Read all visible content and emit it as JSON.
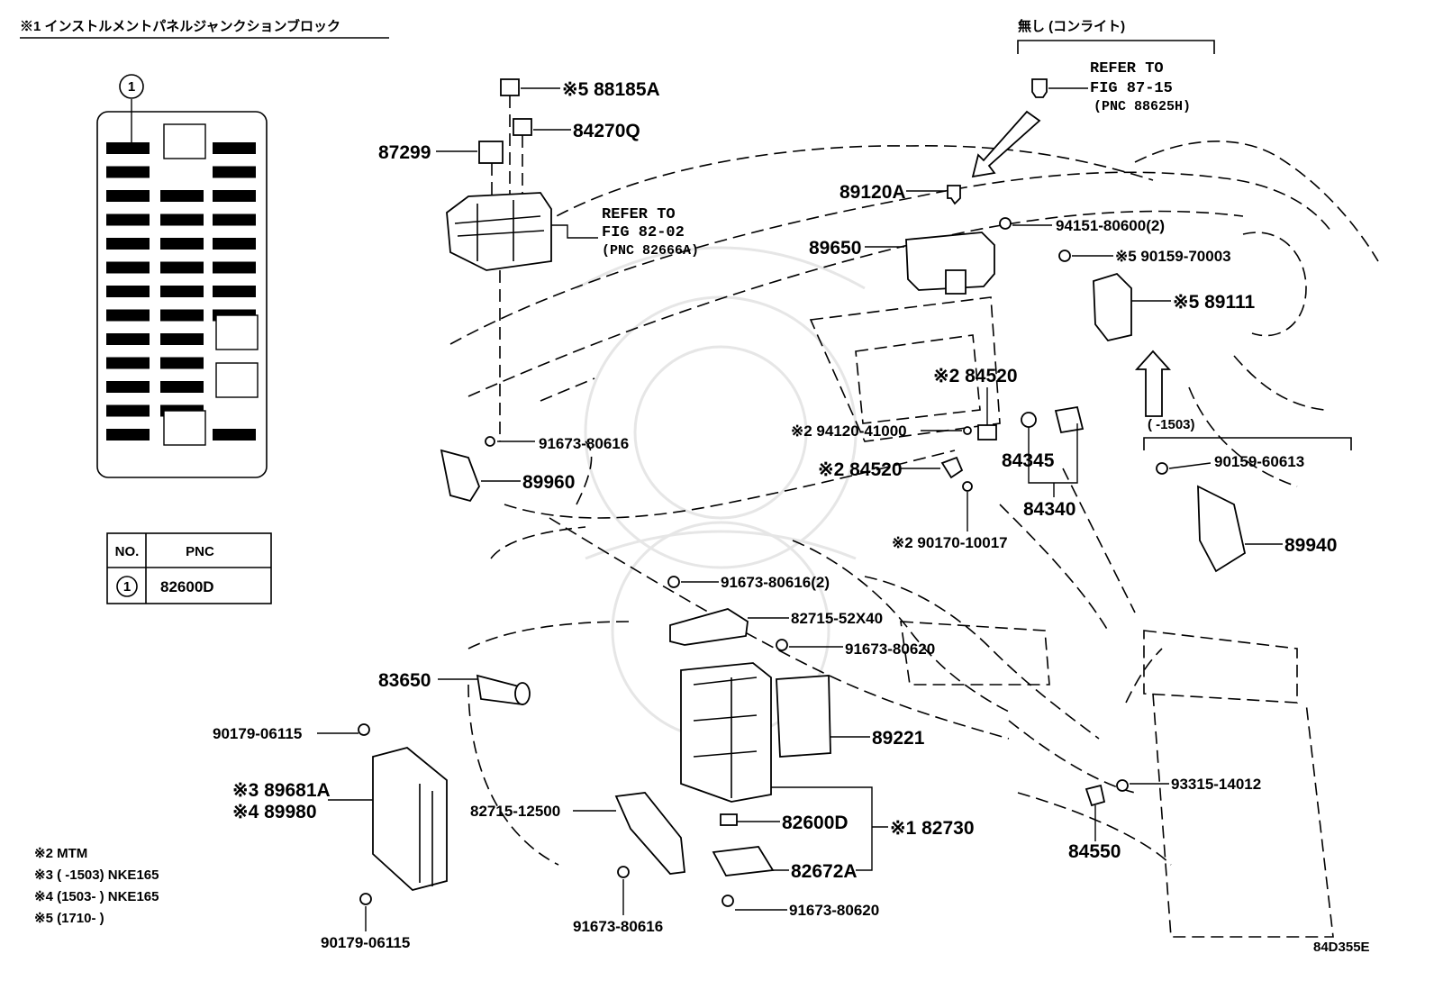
{
  "header": {
    "title": "※1 インストルメントパネルジャンクションブロック",
    "bracket_note": "無し (コンライト)"
  },
  "refer_notes": [
    {
      "line1": "REFER TO",
      "line2": "FIG 87-15",
      "line3": "(PNC 88625H)"
    },
    {
      "line1": "REFER TO",
      "line2": "FIG 82-02",
      "line3": "(PNC 82666A)"
    }
  ],
  "junction_block": {
    "callout": "1",
    "grid": [
      [
        "dark",
        "light",
        "dark"
      ],
      [
        "dark",
        "none",
        "dark"
      ],
      [
        "dark",
        "dark",
        "dark"
      ],
      [
        "dark",
        "dark",
        "dark"
      ],
      [
        "dark",
        "dark",
        "dark"
      ],
      [
        "dark",
        "dark",
        "dark"
      ],
      [
        "dark",
        "dark",
        "dark"
      ],
      [
        "dark",
        "dark",
        "dark"
      ],
      [
        "dark",
        "dark",
        "light"
      ],
      [
        "dark",
        "dark",
        "none"
      ],
      [
        "dark",
        "dark",
        "light"
      ],
      [
        "dark",
        "dark",
        "none"
      ],
      [
        "dark",
        "light",
        "dark"
      ]
    ]
  },
  "pnc_table": {
    "col_no": "NO.",
    "col_pnc": "PNC",
    "row_no": "1",
    "row_pnc": "82600D"
  },
  "labels": {
    "p88185A": "※5 88185A",
    "p84270Q": "84270Q",
    "p87299": "87299",
    "p89120A": "89120A",
    "p94151": "94151-80600(2)",
    "p89650": "89650",
    "p90159_70003": "※5 90159-70003",
    "p89111": "※5 89111",
    "p84520_top": "※2 84520",
    "p94120": "※2 94120-41000",
    "p84520_mid": "※2 84520",
    "p84345": "84345",
    "p84340": "84340",
    "p90170": "※2 90170-10017",
    "p91673_80616_a": "91673-80616",
    "p89960": "89960",
    "p1503_note": "(      -1503)",
    "p90159_60613": "90159-60613",
    "p89940": "89940",
    "p91673_80616_2": "91673-80616(2)",
    "p82715_52X40": "82715-52X40",
    "p91673_80620_a": "91673-80620",
    "p83650": "83650",
    "p90179_top": "90179-06115",
    "p89221": "89221",
    "p89681A": "※3 89681A",
    "p89980": "※4 89980",
    "p82715_12500": "82715-12500",
    "p82600D": "82600D",
    "p82730": "※1 82730",
    "p82672A": "82672A",
    "p93315": "93315-14012",
    "p84550": "84550",
    "p91673_80616_b": "91673-80616",
    "p91673_80620_b": "91673-80620",
    "p90179_bottom": "90179-06115"
  },
  "footnotes": [
    "※2 MTM",
    "※3 (      -1503) NKE165",
    "※4 (1503-      ) NKE165",
    "※5 (1710-      )"
  ],
  "figure_code": "84D355E"
}
